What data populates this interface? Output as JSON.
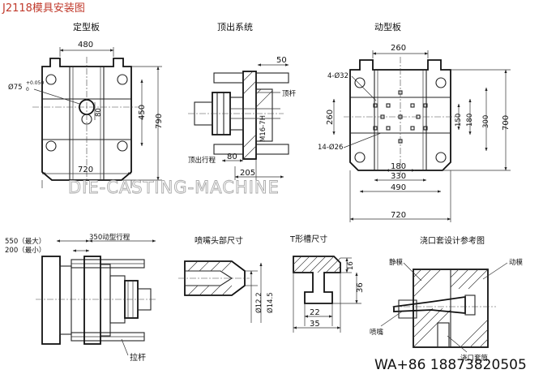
{
  "title": "J2118模具安装图",
  "watermark": "DIE-CASTING-MACHINE",
  "contact": "WA+86 18873820505",
  "fixed_platen": {
    "heading": "定型板",
    "dims": {
      "w_top": "480",
      "w_bottom": "720",
      "h_inner": "450",
      "h_outer": "790",
      "center": "80"
    },
    "phi_label": "Ø75",
    "phi_tol_upper": "+0.050",
    "phi_tol_lower": "0"
  },
  "ejector": {
    "heading": "顶出系统",
    "dims": {
      "top": "50",
      "stroke": "80",
      "bottom": "205"
    },
    "label_rod": "顶杆",
    "label_stroke": "顶出行程",
    "label_thread": "M16-7H"
  },
  "moving_platen": {
    "heading": "动型板",
    "holes_top": "4-Ø32",
    "holes_side": "14-Ø26",
    "dims": {
      "w260": "260",
      "h260": "260",
      "d150": "150",
      "d180v": "180",
      "d300": "300",
      "d700": "700",
      "d180h": "180",
      "d330": "330",
      "d490": "490",
      "d720": "720"
    }
  },
  "stroke_view": {
    "d550": "550（最大）",
    "d200": "200（最小）",
    "d350": "350动型行程",
    "label_tie": "拉杆"
  },
  "nozzle_head": {
    "heading": "喷嘴头部尺寸",
    "d1": "Ø12.2",
    "d2": "Ø14.5"
  },
  "t_slot": {
    "heading": "T形槽尺寸",
    "d16": "16",
    "d36": "36",
    "d22": "22",
    "d35": "35"
  },
  "sprue": {
    "heading": "浇口套设计参考图",
    "fixed_die": "静模",
    "moving_die": "动模",
    "nozzle": "喷嘴",
    "bushing": "浇口套筒"
  }
}
